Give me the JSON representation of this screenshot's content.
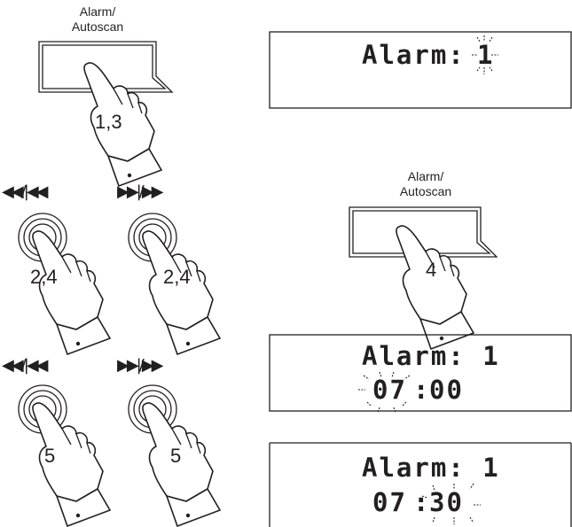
{
  "alarm_button_label": "Alarm/\nAutoscan",
  "rewind_label": "◀◀/|◀◀",
  "forward_label": "▶▶|/▶▶",
  "steps": {
    "a": "1,3",
    "b1": "2,4",
    "b2": "2,4",
    "c": "4",
    "d1": "5",
    "d2": "5"
  },
  "displays": {
    "d1_line1_label": "Alarm:",
    "d1_line1_value": "1",
    "d2_line1": "Alarm: 1",
    "d2_line2_hours": "07",
    "d2_line2_sep": ":",
    "d2_line2_minutes": "00",
    "d3_line1": "Alarm: 1",
    "d3_line2_hours": "07",
    "d3_line2_sep": ":",
    "d3_line2_minutes": "30"
  }
}
